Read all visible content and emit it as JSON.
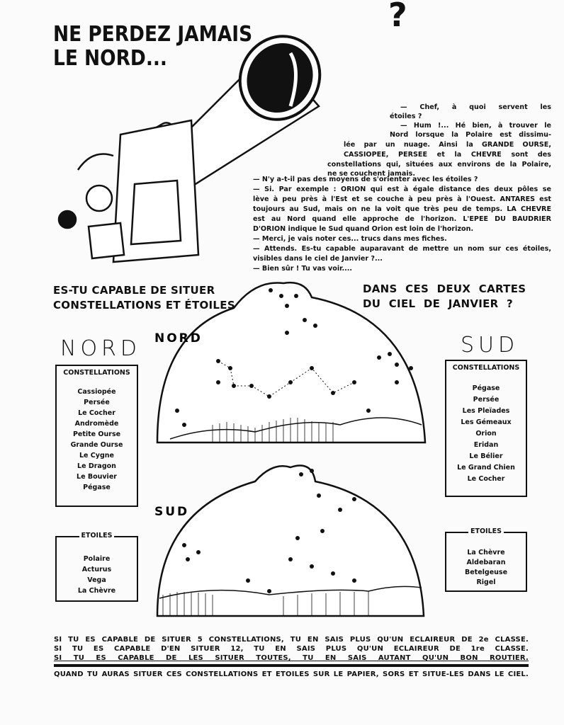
{
  "title": [
    "NE PERDEZ JAMAIS",
    "LE NORD..."
  ],
  "question_mark": "?",
  "dialogue": [
    "— Chef, à quoi servent les",
    "étoiles ?",
    "— Hum !... Hé bien, à trouver le",
    "Nord lorsque la Polaire est dissimu-",
    "lée par un nuage. Ainsi la GRANDE OURSE,",
    "CASSIOPEE, PERSEE et la CHEVRE sont des",
    "constellations qui, situées aux environs de la Polaire,",
    "ne se couchent jamais.",
    "— N'y a-t-il pas des moyens de s'orienter avec les étoiles ?",
    "— Si. Par exemple : ORION qui est à égale distance des deux pôles se",
    "lève à peu près à l'Est et se couche à peu près à l'Ouest. ANTARES est",
    "toujours au Sud, mais on ne la voit que très peu de temps. LA CHEVRE",
    "est au Nord quand elle approche de l'horizon. L'EPEE DU BAUDRIER",
    "D'ORION indique le Sud quand Orion est loin de l'horizon.",
    "— Merci, je vais noter ces... trucs dans mes fiches.",
    "— Attends. Es-tu capable auparavant de mettre un nom sur ces étoiles,",
    "visibles dans le ciel de Janvier ?...",
    "— Bien sûr ! Tu vas voir...."
  ],
  "heading_left": [
    "ES-TU CAPABLE DE SITUER",
    "CONSTELLATIONS ET ÉTOILES"
  ],
  "heading_right": [
    "DANS CES DEUX CARTES",
    "DU CIEL DE JANVIER ?"
  ],
  "nord": {
    "label": "NORD",
    "map_label": "NORD",
    "constellations_title": "CONSTELLATIONS",
    "constellations": [
      "Cassiopée",
      "Persée",
      "Le Cocher",
      "Andromède",
      "Petite Ourse",
      "Grande Ourse",
      "Le Cygne",
      "Le Dragon",
      "Le Bouvier",
      "Pégase"
    ],
    "etoiles_title": "ETOILES",
    "etoiles": [
      "Polaire",
      "Acturus",
      "Vega",
      "La Chèvre"
    ]
  },
  "sud": {
    "label": "SUD",
    "map_label": "SUD",
    "constellations_title": "CONSTELLATIONS",
    "constellations": [
      "Pégase",
      "Persée",
      "Les Pleïades",
      "Les Gémeaux",
      "Orion",
      "Eridan",
      "Le Bélier",
      "Le Grand Chien",
      "Le Cocher"
    ],
    "etoiles_title": "ETOILES",
    "etoiles": [
      "La Chèvre",
      "Aldebaran",
      "Betelgeuse",
      "Rigel"
    ]
  },
  "bottom": [
    "SI TU ES CAPABLE DE SITUER 5 CONSTELLATIONS, TU EN SAIS PLUS QU'UN ECLAIREUR DE 2e CLASSE.",
    "SI TU ES CAPABLE D'EN SITUER 12, TU EN SAIS PLUS QU'UN ECLAIREUR DE 1re CLASSE.",
    "SI TU ES CAPABLE DE LES SITUER TOUTES, TU EN SAIS AUTANT QU'UN BON ROUTIER.",
    "QUAND TU AURAS SITUER CES CONSTELLATIONS ET ETOILES SUR LE PAPIER, SORS ET SITUE-LES DANS LE CIEL."
  ]
}
